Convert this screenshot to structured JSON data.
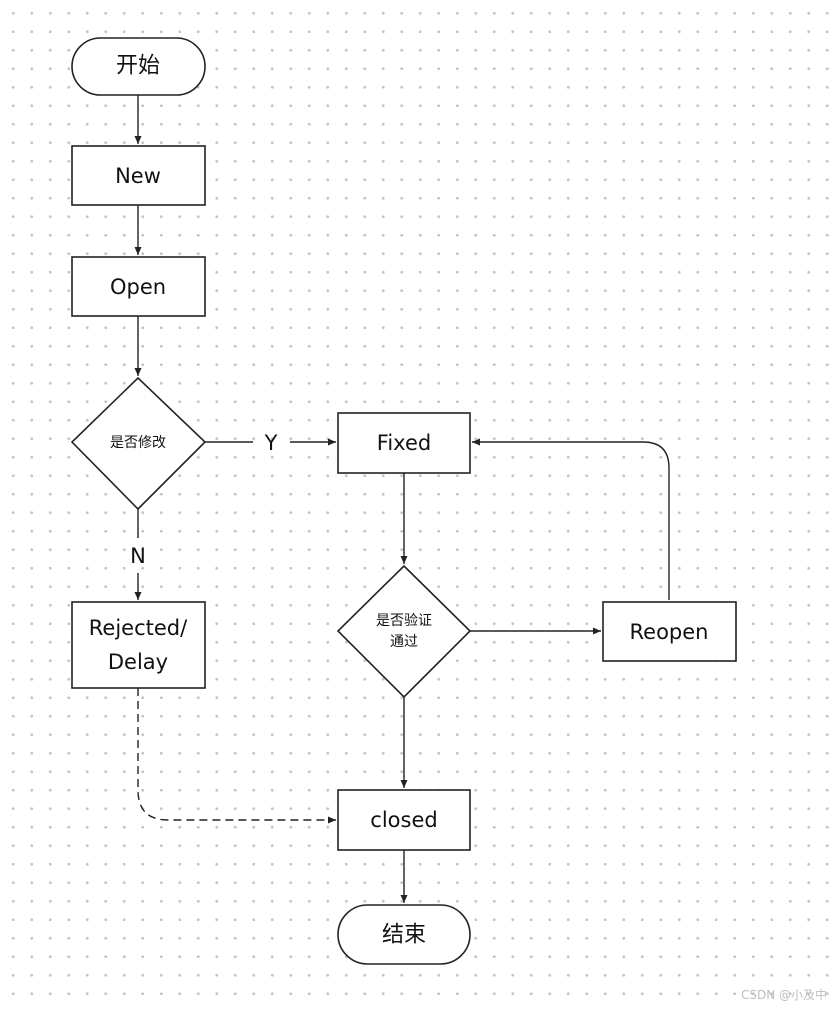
{
  "nodes": {
    "start": "开始",
    "new": "New",
    "open": "Open",
    "modify_decision": "是否修改",
    "fixed": "Fixed",
    "rejected_line1": "Rejected/",
    "rejected_line2": "Delay",
    "verify_line1": "是否验证",
    "verify_line2": "通过",
    "reopen": "Reopen",
    "closed": "closed",
    "end": "结束"
  },
  "edge_labels": {
    "yes": "Y",
    "no": "N"
  },
  "watermark": "CSDN @小及中"
}
